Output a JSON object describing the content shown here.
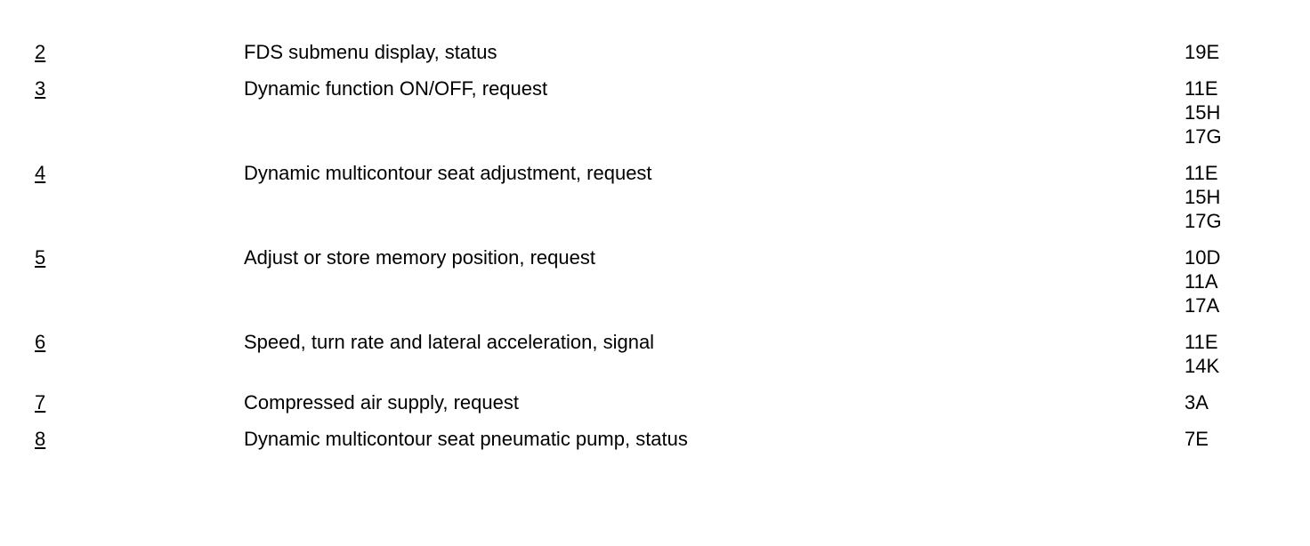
{
  "legend": {
    "rows": [
      {
        "number": "2",
        "description": "FDS submenu display, status",
        "refs": [
          "19E"
        ]
      },
      {
        "number": "3",
        "description": "Dynamic function ON/OFF, request",
        "refs": [
          "11E",
          "15H",
          "17G"
        ]
      },
      {
        "number": "4",
        "description": "Dynamic multicontour seat adjustment, request",
        "refs": [
          "11E",
          "15H",
          "17G"
        ]
      },
      {
        "number": "5",
        "description": "Adjust or store memory position, request",
        "refs": [
          "10D",
          "11A",
          "17A"
        ]
      },
      {
        "number": "6",
        "description": "Speed, turn rate and lateral acceleration, signal",
        "refs": [
          "11E",
          "14K"
        ]
      },
      {
        "number": "7",
        "description": "Compressed air supply, request",
        "refs": [
          "3A"
        ]
      },
      {
        "number": "8",
        "description": "Dynamic multicontour seat pneumatic pump, status",
        "refs": [
          "7E"
        ]
      }
    ]
  }
}
